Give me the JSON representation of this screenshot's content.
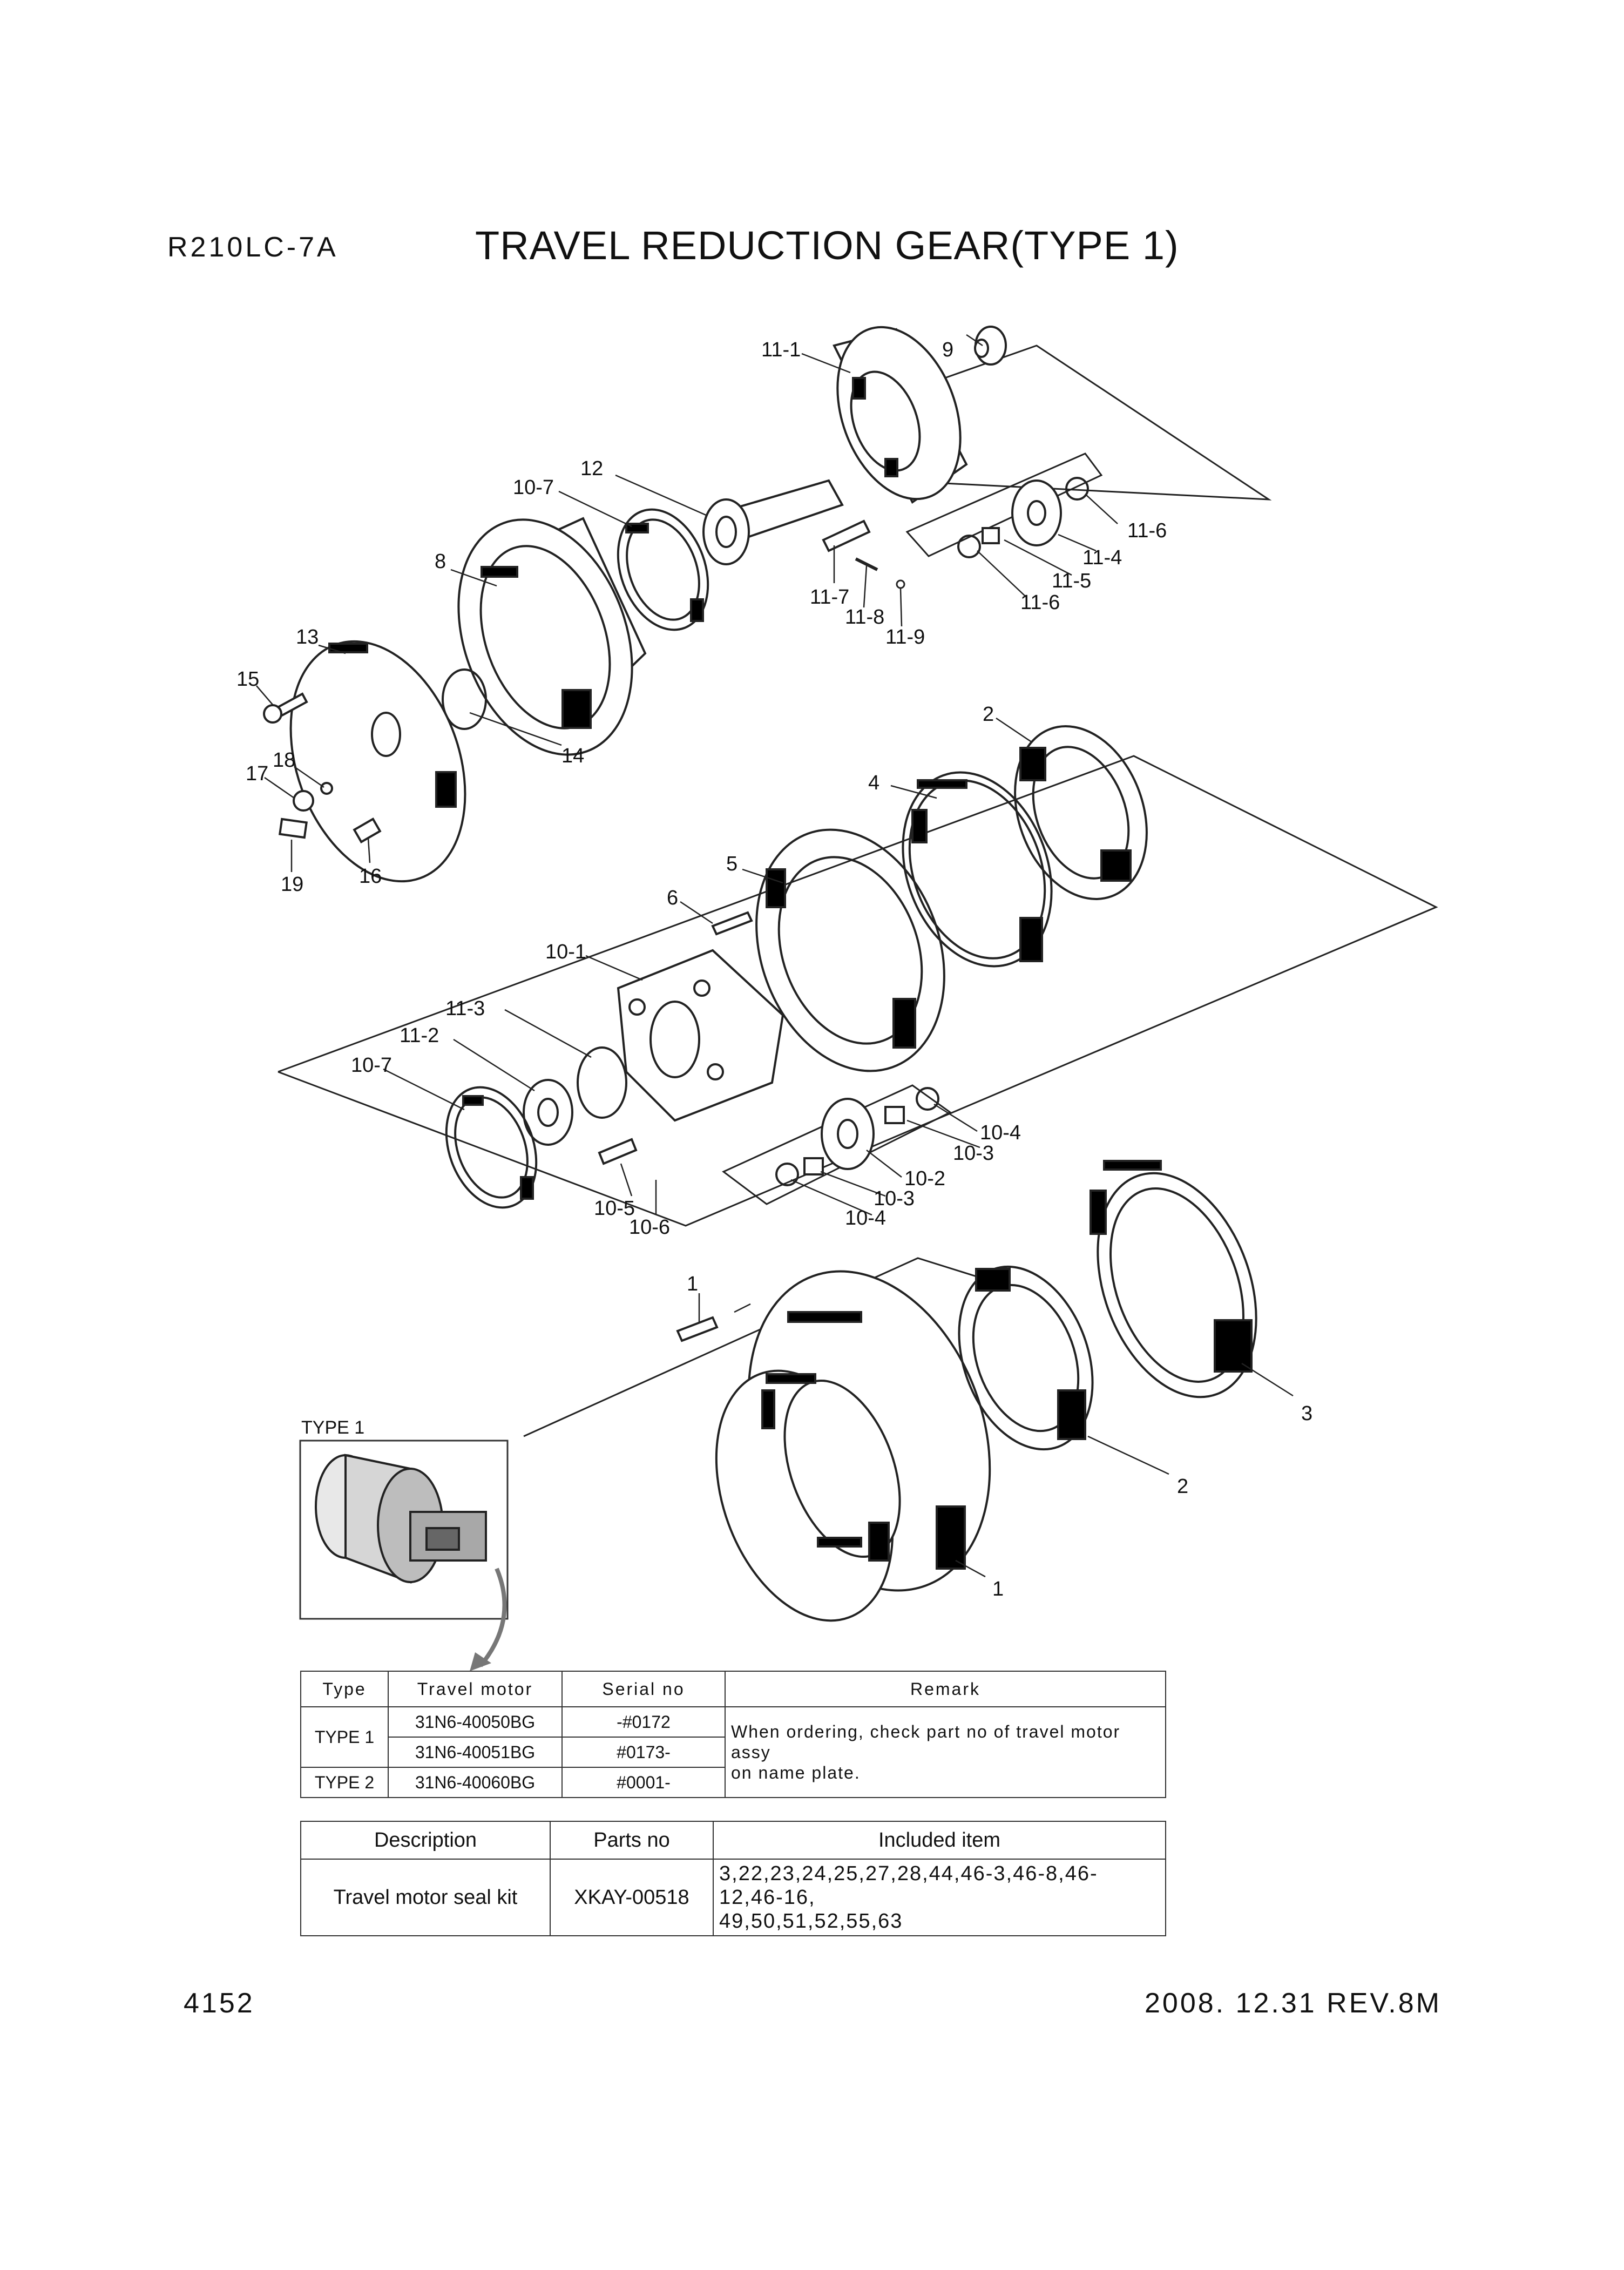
{
  "header": {
    "model": "R210LC-7A",
    "title": "TRAVEL REDUCTION GEAR(TYPE 1)"
  },
  "diagram": {
    "callouts": [
      "11-1",
      "9",
      "12",
      "10-7",
      "8",
      "13",
      "15",
      "14",
      "11-7",
      "11-8",
      "11-9",
      "11-6",
      "11-4",
      "11-5",
      "11-6",
      "18",
      "17",
      "19",
      "16",
      "2",
      "4",
      "5",
      "6",
      "10-1",
      "11-3",
      "11-2",
      "10-7",
      "10-4",
      "10-3",
      "10-2",
      "10-3",
      "10-4",
      "10-5",
      "10-6",
      "1",
      "3",
      "2",
      "1"
    ],
    "inset_label": "TYPE 1"
  },
  "type_table": {
    "headers": [
      "Type",
      "Travel motor",
      "Serial no",
      "Remark"
    ],
    "rows": [
      {
        "type": "TYPE 1",
        "motor": "31N6-40050BG",
        "serial": "-#0172"
      },
      {
        "motor": "31N6-40051BG",
        "serial": "#0173-"
      },
      {
        "type": "TYPE 2",
        "motor": "31N6-40060BG",
        "serial": "#0001-"
      }
    ],
    "remark_line1": "When ordering, check part no of travel motor assy",
    "remark_line2": "on name plate."
  },
  "kit_table": {
    "headers": [
      "Description",
      "Parts no",
      "Included item"
    ],
    "description": "Travel motor seal kit",
    "parts_no": "XKAY-00518",
    "included_line1": "3,22,23,24,25,27,28,44,46-3,46-8,46-12,46-16,",
    "included_line2": "49,50,51,52,55,63"
  },
  "footer": {
    "page": "4152",
    "revision": "2008. 12.31  REV.8M"
  }
}
